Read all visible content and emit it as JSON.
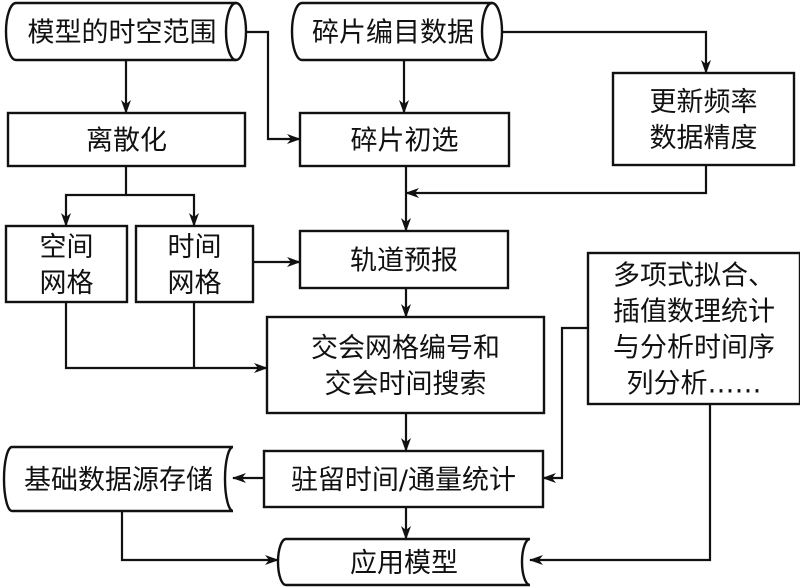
{
  "diagram": {
    "type": "flowchart",
    "nodes": {
      "model_spacetime": {
        "label": [
          "模型的时空范围"
        ],
        "shape": "cylinder"
      },
      "debris_catalog": {
        "label": [
          "碎片编目数据"
        ],
        "shape": "cylinder"
      },
      "discretize": {
        "label": [
          "离散化"
        ],
        "shape": "rect"
      },
      "debris_prefilter": {
        "label": [
          "碎片初选"
        ],
        "shape": "rect"
      },
      "update_freq": {
        "label": [
          "更新频率",
          "数据精度"
        ],
        "shape": "rect"
      },
      "space_grid": {
        "label": [
          "空间",
          "网格"
        ],
        "shape": "rect"
      },
      "time_grid": {
        "label": [
          "时间",
          "网格"
        ],
        "shape": "rect"
      },
      "orbit_predict": {
        "label": [
          "轨道预报"
        ],
        "shape": "rect"
      },
      "analysis_methods": {
        "label": [
          "多项式拟合、",
          "插值数理统计",
          "与分析时间序",
          "列分析……"
        ],
        "shape": "rect"
      },
      "intersect_grid": {
        "label": [
          "交会网格编号和",
          "交会时间搜索"
        ],
        "shape": "rect"
      },
      "base_storage": {
        "label": [
          "基础数据源存储"
        ],
        "shape": "stored-data"
      },
      "dwell_flux": {
        "label": [
          "驻留时间/通量统计"
        ],
        "shape": "rect"
      },
      "app_model": {
        "label": [
          "应用模型"
        ],
        "shape": "stored-data"
      }
    },
    "edges": [
      {
        "from": "model_spacetime",
        "to": "discretize"
      },
      {
        "from": "model_spacetime",
        "to": "debris_prefilter"
      },
      {
        "from": "debris_catalog",
        "to": "debris_prefilter"
      },
      {
        "from": "debris_catalog",
        "to": "update_freq"
      },
      {
        "from": "update_freq",
        "to": "orbit_predict"
      },
      {
        "from": "debris_prefilter",
        "to": "orbit_predict"
      },
      {
        "from": "discretize",
        "to": "space_grid"
      },
      {
        "from": "discretize",
        "to": "time_grid"
      },
      {
        "from": "time_grid",
        "to": "orbit_predict"
      },
      {
        "from": "space_grid",
        "to": "intersect_grid"
      },
      {
        "from": "time_grid",
        "to": "intersect_grid"
      },
      {
        "from": "orbit_predict",
        "to": "intersect_grid"
      },
      {
        "from": "intersect_grid",
        "to": "dwell_flux"
      },
      {
        "from": "analysis_methods",
        "to": "dwell_flux"
      },
      {
        "from": "analysis_methods",
        "to": "app_model"
      },
      {
        "from": "dwell_flux",
        "to": "base_storage"
      },
      {
        "from": "dwell_flux",
        "to": "app_model"
      },
      {
        "from": "base_storage",
        "to": "app_model"
      }
    ],
    "colors": {
      "stroke": "#111111",
      "fill": "#ffffff",
      "text": "#111111"
    }
  }
}
